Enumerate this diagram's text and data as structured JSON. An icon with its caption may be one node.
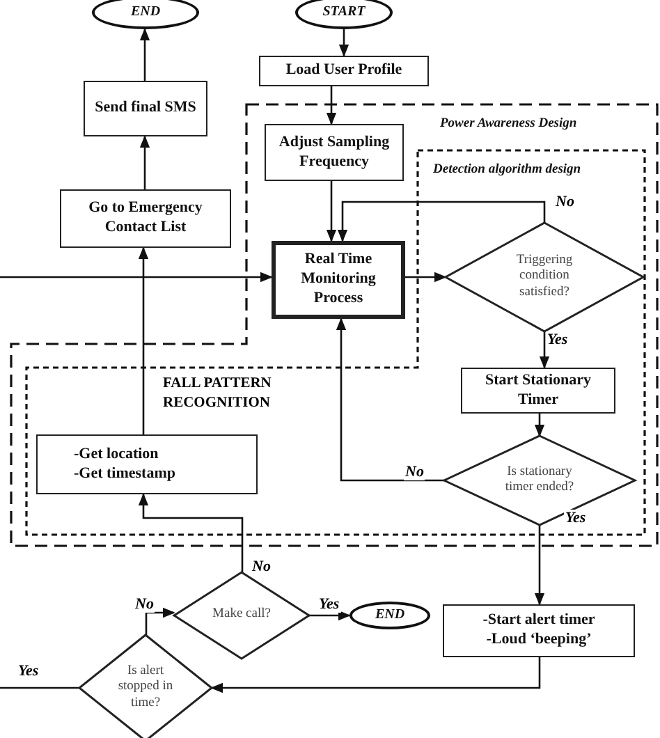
{
  "diagram": {
    "nodes": [
      {
        "text": [
          "END"
        ]
      },
      {
        "text": [
          "START"
        ]
      },
      {
        "text": [
          "Load User Profile"
        ]
      },
      {
        "text": [
          "Send final SMS"
        ]
      },
      {
        "text": [
          "Power Awareness Design"
        ]
      },
      {
        "text": [
          "Adjust Sampling Frequency"
        ],
        "in": 4
      },
      {
        "text": [
          "Go to Emergency Contact List"
        ]
      },
      {
        "text": [
          "Detection algorithm design"
        ],
        "in": 4
      },
      {
        "text": [
          "Real Time Monitoring Process"
        ],
        "in": 4
      },
      {
        "text": [
          "Triggering condition satisfied?"
        ],
        "in": 7
      },
      {
        "text": [
          "Start Stationary Timer"
        ],
        "in": 7
      },
      {
        "text": [
          "-Get location",
          "-Get timestamp"
        ],
        "in": 7
      },
      {
        "text": [
          "Is stationary timer ended?"
        ],
        "in": 7
      },
      {
        "text": [
          "Make call?"
        ]
      },
      {
        "text": [
          "END"
        ]
      },
      {
        "text": [
          "-Start alert timer",
          "-Loud ‘beeping’"
        ]
      },
      {
        "text": [
          "Is alert stopped in time?"
        ]
      }
    ],
    "edges": [
      {
        "from": 1,
        "to": 2,
        "arrow": "to"
      },
      {
        "from": 2,
        "to": 5,
        "arrow": "to"
      },
      {
        "from": 5,
        "to": 8,
        "arrow": "to"
      },
      {
        "from": 9,
        "to": 8,
        "arrow": "to",
        "label": "No"
      },
      {
        "from": 8,
        "to": 9,
        "arrow": "to"
      },
      {
        "from": 9,
        "to": 10,
        "arrow": "to",
        "label": "Yes"
      },
      {
        "from": 10,
        "to": 12,
        "arrow": "to"
      },
      {
        "from": 12,
        "to": 8,
        "arrow": "to",
        "label": "No"
      },
      {
        "from": 12,
        "to": 15,
        "arrow": "to",
        "label": "Yes"
      },
      {
        "from": 15,
        "to": 16,
        "arrow": "to"
      },
      {
        "from": 16,
        "to": 13,
        "arrow": "to",
        "label": "No"
      },
      {
        "from": 13,
        "to": 14,
        "arrow": "to",
        "label": "Yes"
      },
      {
        "from": 13,
        "to": 11,
        "arrow": "to",
        "label": "No"
      },
      {
        "from": 11,
        "to": 6,
        "arrow": "to"
      },
      {
        "from": 6,
        "to": 3,
        "arrow": "to"
      },
      {
        "from": 3,
        "to": 0,
        "arrow": "to"
      },
      {
        "from": 16,
        "to": null,
        "arrow": "none",
        "label": "Yes"
      },
      {
        "from": null,
        "to": 8,
        "arrow": "to"
      }
    ],
    "labels": [
      "FALL PATTERN RECOGNITION"
    ]
  }
}
